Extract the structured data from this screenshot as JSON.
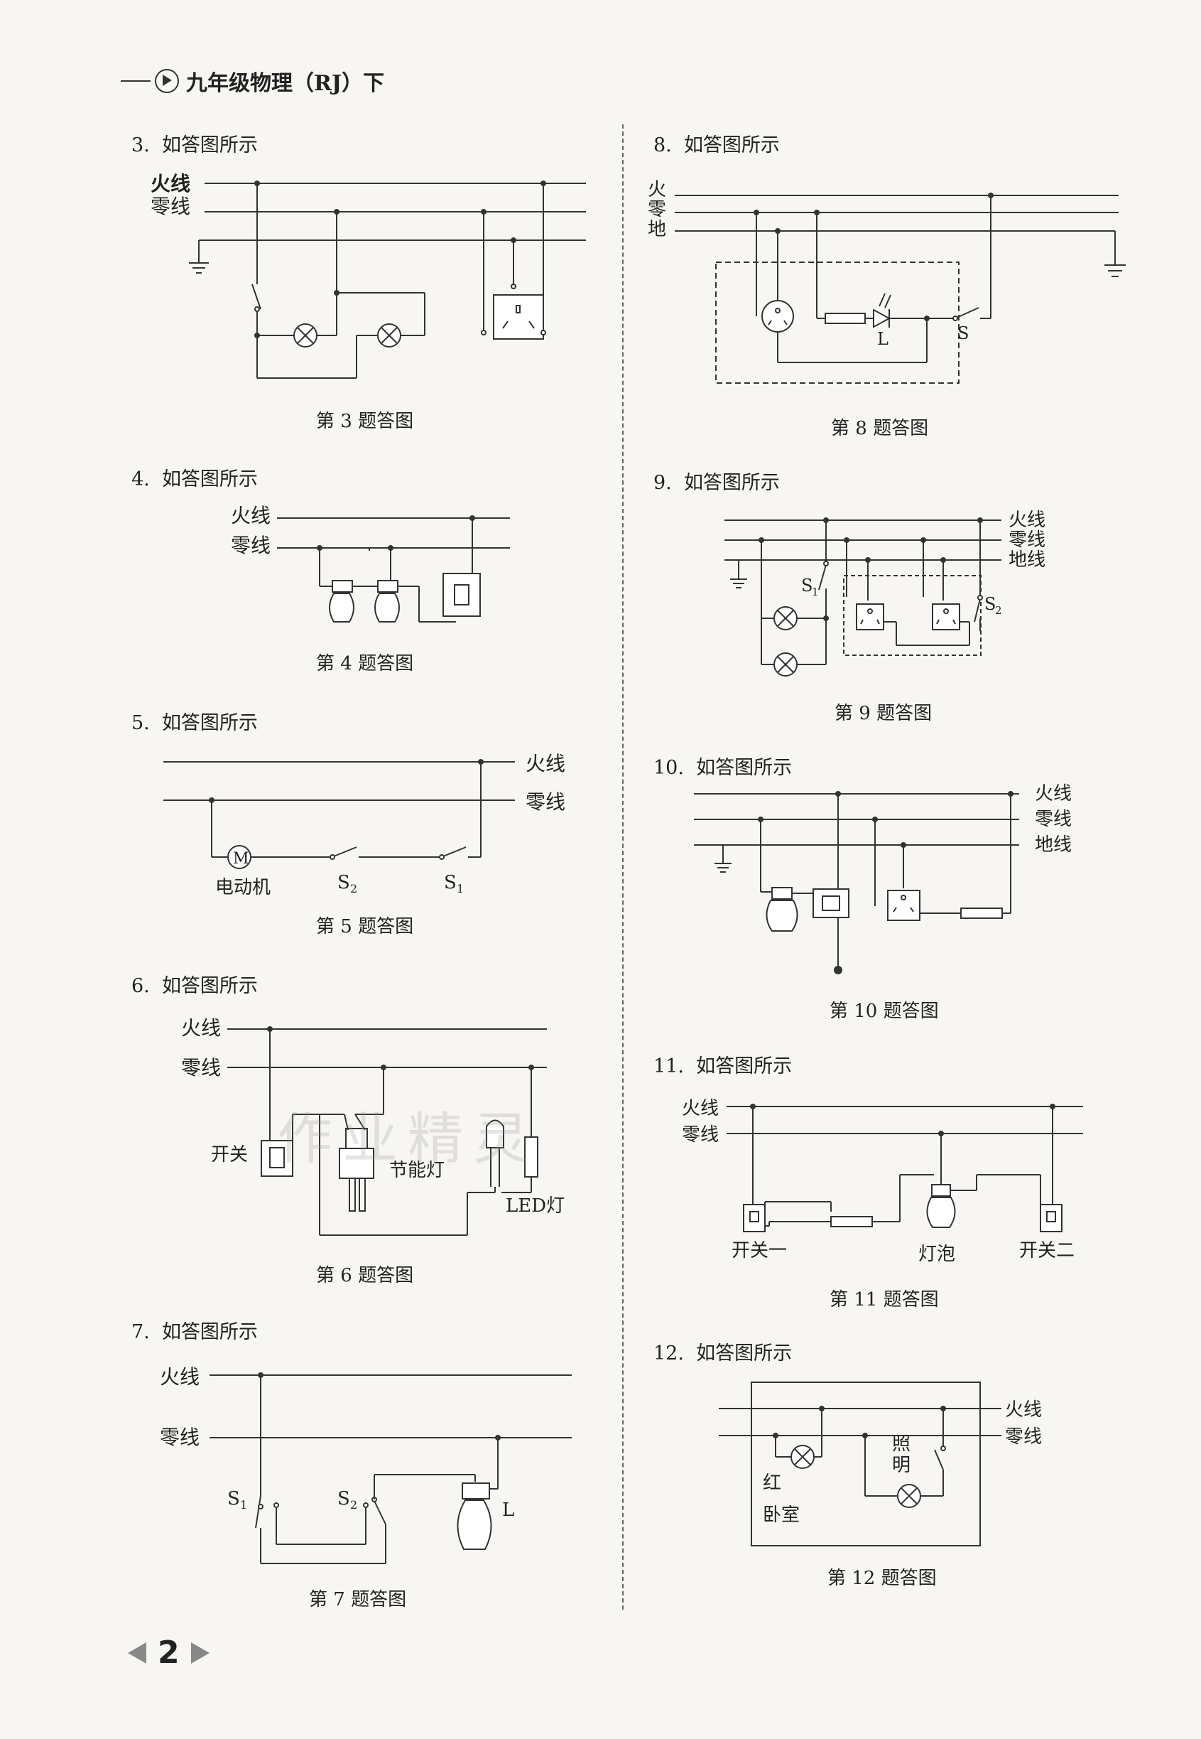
{
  "header": {
    "title": "九年级物理（RJ）下"
  },
  "page_number": "2",
  "watermark": "作业精灵",
  "questions": [
    {
      "num": "3.",
      "text": "如答图所示",
      "caption": "第 3 题答图",
      "labels": {
        "live": "火线",
        "neutral": "零线"
      }
    },
    {
      "num": "4.",
      "text": "如答图所示",
      "caption": "第 4 题答图",
      "labels": {
        "live": "火线",
        "neutral": "零线"
      }
    },
    {
      "num": "5.",
      "text": "如答图所示",
      "caption": "第 5 题答图",
      "labels": {
        "live": "火线",
        "neutral": "零线",
        "motor": "电动机",
        "motor_symbol": "M",
        "s2": "S",
        "s2_sub": "2",
        "s1": "S",
        "s1_sub": "1"
      }
    },
    {
      "num": "6.",
      "text": "如答图所示",
      "caption": "第 6 题答图",
      "labels": {
        "live": "火线",
        "neutral": "零线",
        "switch": "开关",
        "cfl": "节能灯",
        "led": "LED灯"
      }
    },
    {
      "num": "7.",
      "text": "如答图所示",
      "caption": "第 7 题答图",
      "labels": {
        "live": "火线",
        "neutral": "零线",
        "s1": "S",
        "s1_sub": "1",
        "s2": "S",
        "s2_sub": "2",
        "lamp": "L"
      }
    },
    {
      "num": "8.",
      "text": "如答图所示",
      "caption": "第 8 题答图",
      "labels": {
        "live": "火",
        "neutral": "零",
        "ground": "地",
        "led": "L",
        "switch": "S"
      }
    },
    {
      "num": "9.",
      "text": "如答图所示",
      "caption": "第 9 题答图",
      "labels": {
        "live": "火线",
        "neutral": "零线",
        "ground": "地线",
        "s1": "S",
        "s1_sub": "1",
        "s2": "S",
        "s2_sub": "2"
      }
    },
    {
      "num": "10.",
      "text": "如答图所示",
      "caption": "第 10 题答图",
      "labels": {
        "live": "火线",
        "neutral": "零线",
        "ground": "地线"
      }
    },
    {
      "num": "11.",
      "text": "如答图所示",
      "caption": "第 11 题答图",
      "labels": {
        "live": "火线",
        "neutral": "零线",
        "switch1": "开关一",
        "bulb": "灯泡",
        "switch2": "开关二"
      }
    },
    {
      "num": "12.",
      "text": "如答图所示",
      "caption": "第 12 题答图",
      "labels": {
        "live": "火线",
        "neutral": "零线",
        "red": "红",
        "bedroom": "卧室",
        "lighting1": "照",
        "lighting2": "明"
      }
    }
  ]
}
